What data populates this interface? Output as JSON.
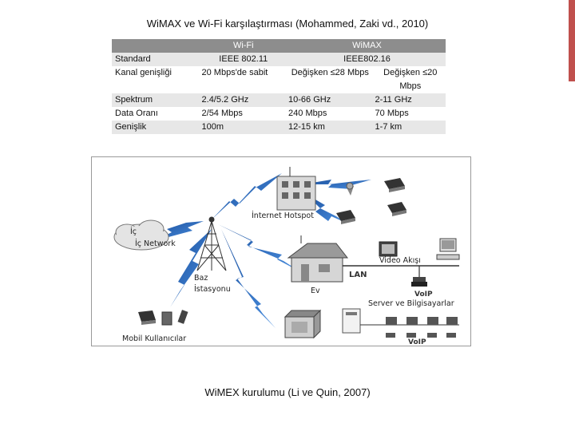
{
  "title": "WiMAX ve Wi-Fi karşılaştırması (Mohammed, Zaki vd., 2010)",
  "table": {
    "headers": [
      "",
      "Wi-Fi",
      "WiMAX"
    ],
    "rows": [
      {
        "label": "Standard",
        "wifi": "IEEE 802.11",
        "wimax": "IEEE802.16"
      },
      {
        "label": "Kanal genişliği",
        "wifi": "20 Mbps'de sabit",
        "wimax_a": "Değişken ≤28 Mbps",
        "wimax_b": "Değişken ≤20 Mbps"
      },
      {
        "label": "Spektrum",
        "wifi": "2.4/5.2 GHz",
        "wimax_a": "10-66 GHz",
        "wimax_b": "2-11 GHz"
      },
      {
        "label": "Data Oranı",
        "wifi": "2/54 Mbps",
        "wimax_a": "240 Mbps",
        "wimax_b": "70 Mbps"
      },
      {
        "label": "Genişlik",
        "wifi": "100m",
        "wimax_a": "12-15 km",
        "wimax_b": "1-7 km"
      }
    ]
  },
  "diagram": {
    "labels": {
      "internet_hotspot": "İnternet Hotspot",
      "ic_network": "İç Network",
      "baz_istasyonu_1": "Baz",
      "baz_istasyonu_2": "İstasyonu",
      "ev": "Ev",
      "lan": "LAN",
      "video_akisi": "Video Akışı",
      "voip_1": "VoIP",
      "voip_2": "VoIP",
      "server": "Server ve Bilgisayarlar",
      "mobil": "Mobil Kullanıcılar"
    }
  },
  "caption": "WiMEX kurulumu (Li ve Quin, 2007)",
  "colors": {
    "accent": "#c0504d",
    "table_header": "#8d8d8d",
    "table_row_light": "#e7e7e7",
    "lightning": "#2b6fc9"
  }
}
